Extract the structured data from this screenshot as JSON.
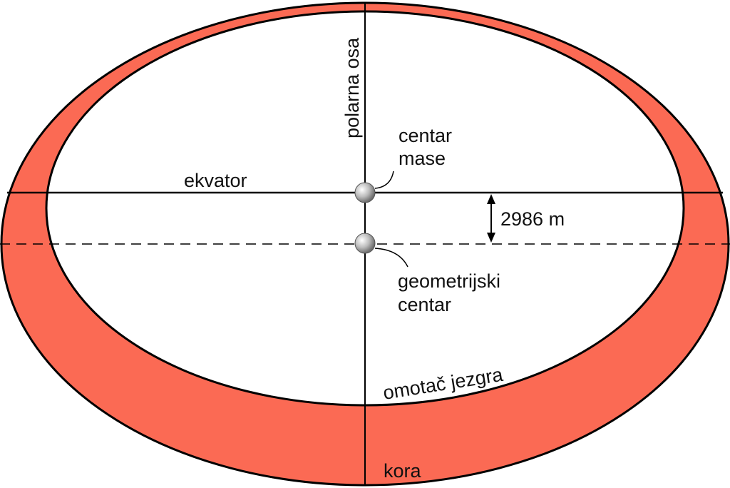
{
  "labels": {
    "polar_axis": "polarna osa",
    "equator": "ekvator",
    "center_of_mass_line1": "centar",
    "center_of_mass_line2": "mase",
    "offset": "2986 m",
    "geometric_center_line1": "geometrijski",
    "geometric_center_line2": "centar",
    "mantle": "omotač jezgra",
    "crust": "kora"
  },
  "colors": {
    "crust_fill": "#fb6a54",
    "core_fill": "#ffffff",
    "stroke": "#000000"
  }
}
